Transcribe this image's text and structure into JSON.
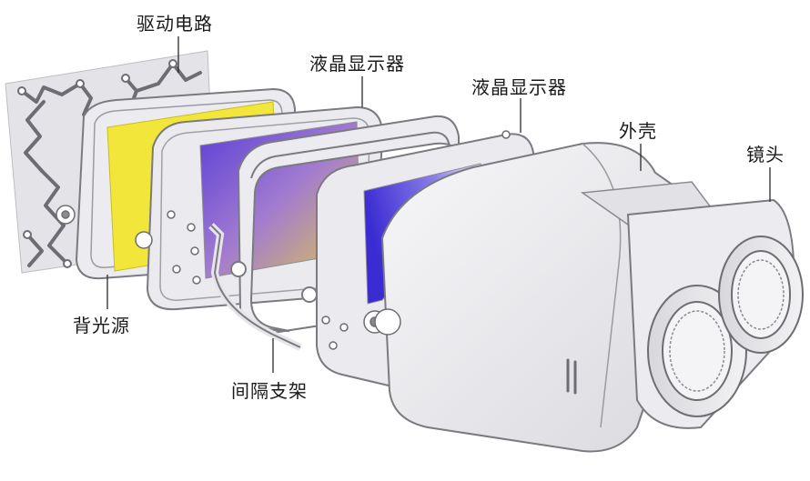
{
  "labels": {
    "drive_circuit": "驱动电路",
    "lcd_display_1": "液晶显示器",
    "lcd_display_2": "液晶显示器",
    "outer_shell": "外壳",
    "lens": "镜头",
    "backlight": "背光源",
    "spacer_bracket": "间隔支架"
  },
  "colors": {
    "part_fill": "#ededf0",
    "part_stroke": "#7a7a80",
    "backlight_panel": "#f0e63c",
    "lcd_gradient_start": "#4a36d8",
    "lcd_gradient_end": "#f2f0fa",
    "circuit_board": "#e6e6ea"
  }
}
